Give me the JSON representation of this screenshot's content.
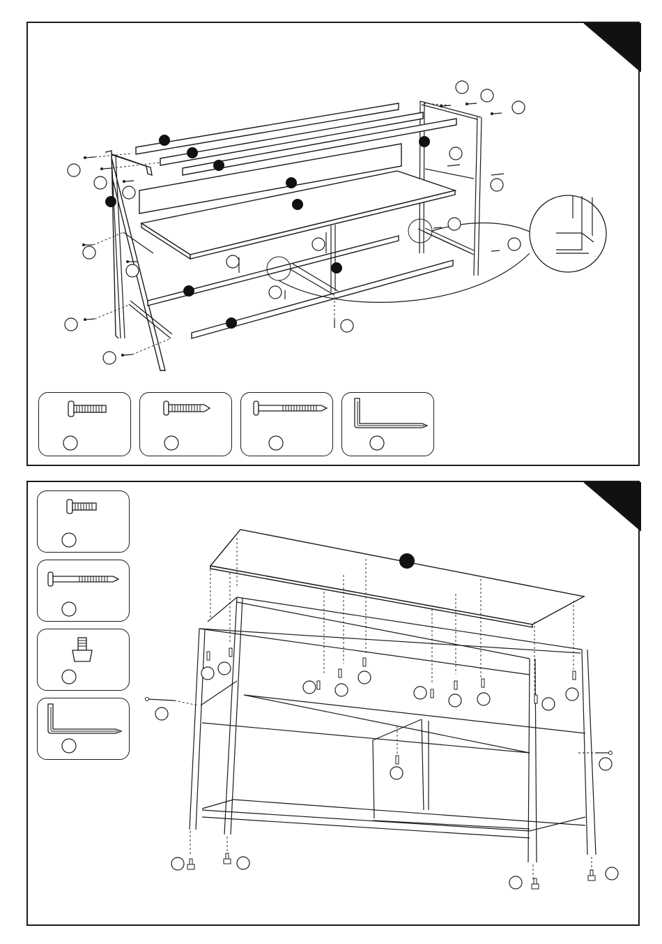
{
  "page": {
    "background": "#ffffff",
    "ink": "#1a1a1a"
  },
  "steps": [
    {
      "id": "step-1",
      "hardware": [
        {
          "icon": "bolt-icon",
          "quantity_label": ""
        },
        {
          "icon": "short-screw-icon",
          "quantity_label": ""
        },
        {
          "icon": "long-screw-icon",
          "quantity_label": ""
        },
        {
          "icon": "allen-key-icon",
          "quantity_label": ""
        }
      ],
      "part_markers": 12,
      "screw_callouts": 20
    },
    {
      "id": "step-2",
      "hardware": [
        {
          "icon": "bolt-icon",
          "quantity_label": ""
        },
        {
          "icon": "long-screw-icon",
          "quantity_label": ""
        },
        {
          "icon": "leveling-foot-icon",
          "quantity_label": ""
        },
        {
          "icon": "allen-key-icon",
          "quantity_label": ""
        }
      ],
      "part_markers": 1,
      "screw_callouts": 19
    }
  ]
}
